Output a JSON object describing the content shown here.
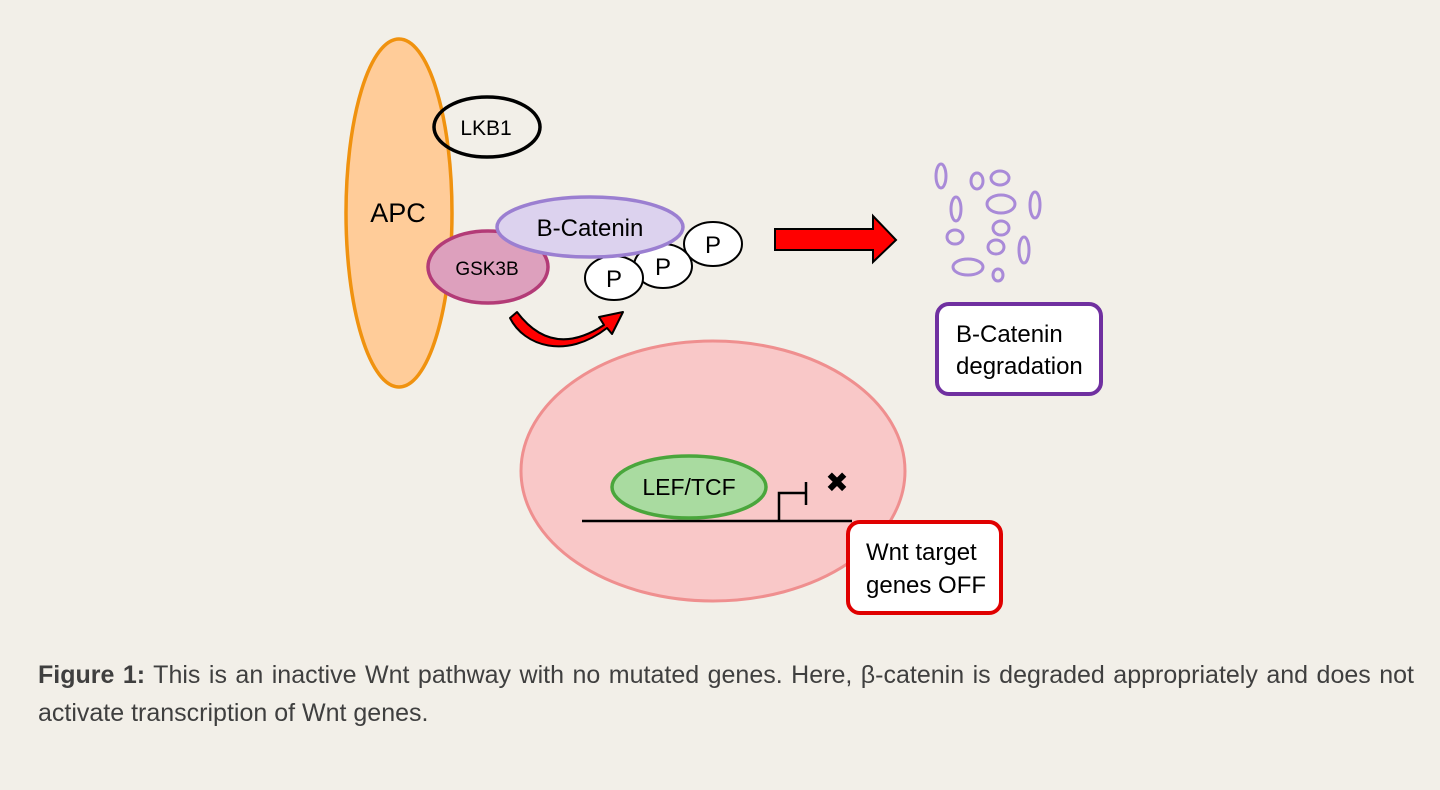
{
  "diagram": {
    "apc": "APC",
    "lkb1": "LKB1",
    "gsk3b": "GSK3B",
    "bcatenin": "B-Catenin",
    "phospho": [
      "P",
      "P",
      "P"
    ],
    "degradation_line1": "B-Catenin",
    "degradation_line2": "degradation",
    "leftcf": "LEF/TCF",
    "wnt_line1": "Wnt target",
    "wnt_line2": "genes OFF",
    "off_mark": "✖"
  },
  "colors": {
    "background": "#f2efe8",
    "apc_fill": "#ffcc99",
    "apc_stroke": "#f0920f",
    "bcatenin_fill": "#dcd2ee",
    "bcatenin_stroke": "#9b7fd1",
    "gsk3b_fill": "#dda0bd",
    "gsk3b_stroke": "#b33b77",
    "nucleus_fill": "#f9c8c8",
    "nucleus_stroke": "#ef8f8f",
    "leftcf_fill": "#a9dba0",
    "leftcf_stroke": "#4aa63c",
    "arrow_red": "#ff0000",
    "degradation_border": "#7030a0",
    "wnt_border": "#e00000"
  },
  "caption": {
    "label": "Figure 1:",
    "text": " This is an inactive Wnt pathway with no mutated genes. Here, β-catenin is degraded appropriately and does not activate transcription of Wnt genes."
  }
}
